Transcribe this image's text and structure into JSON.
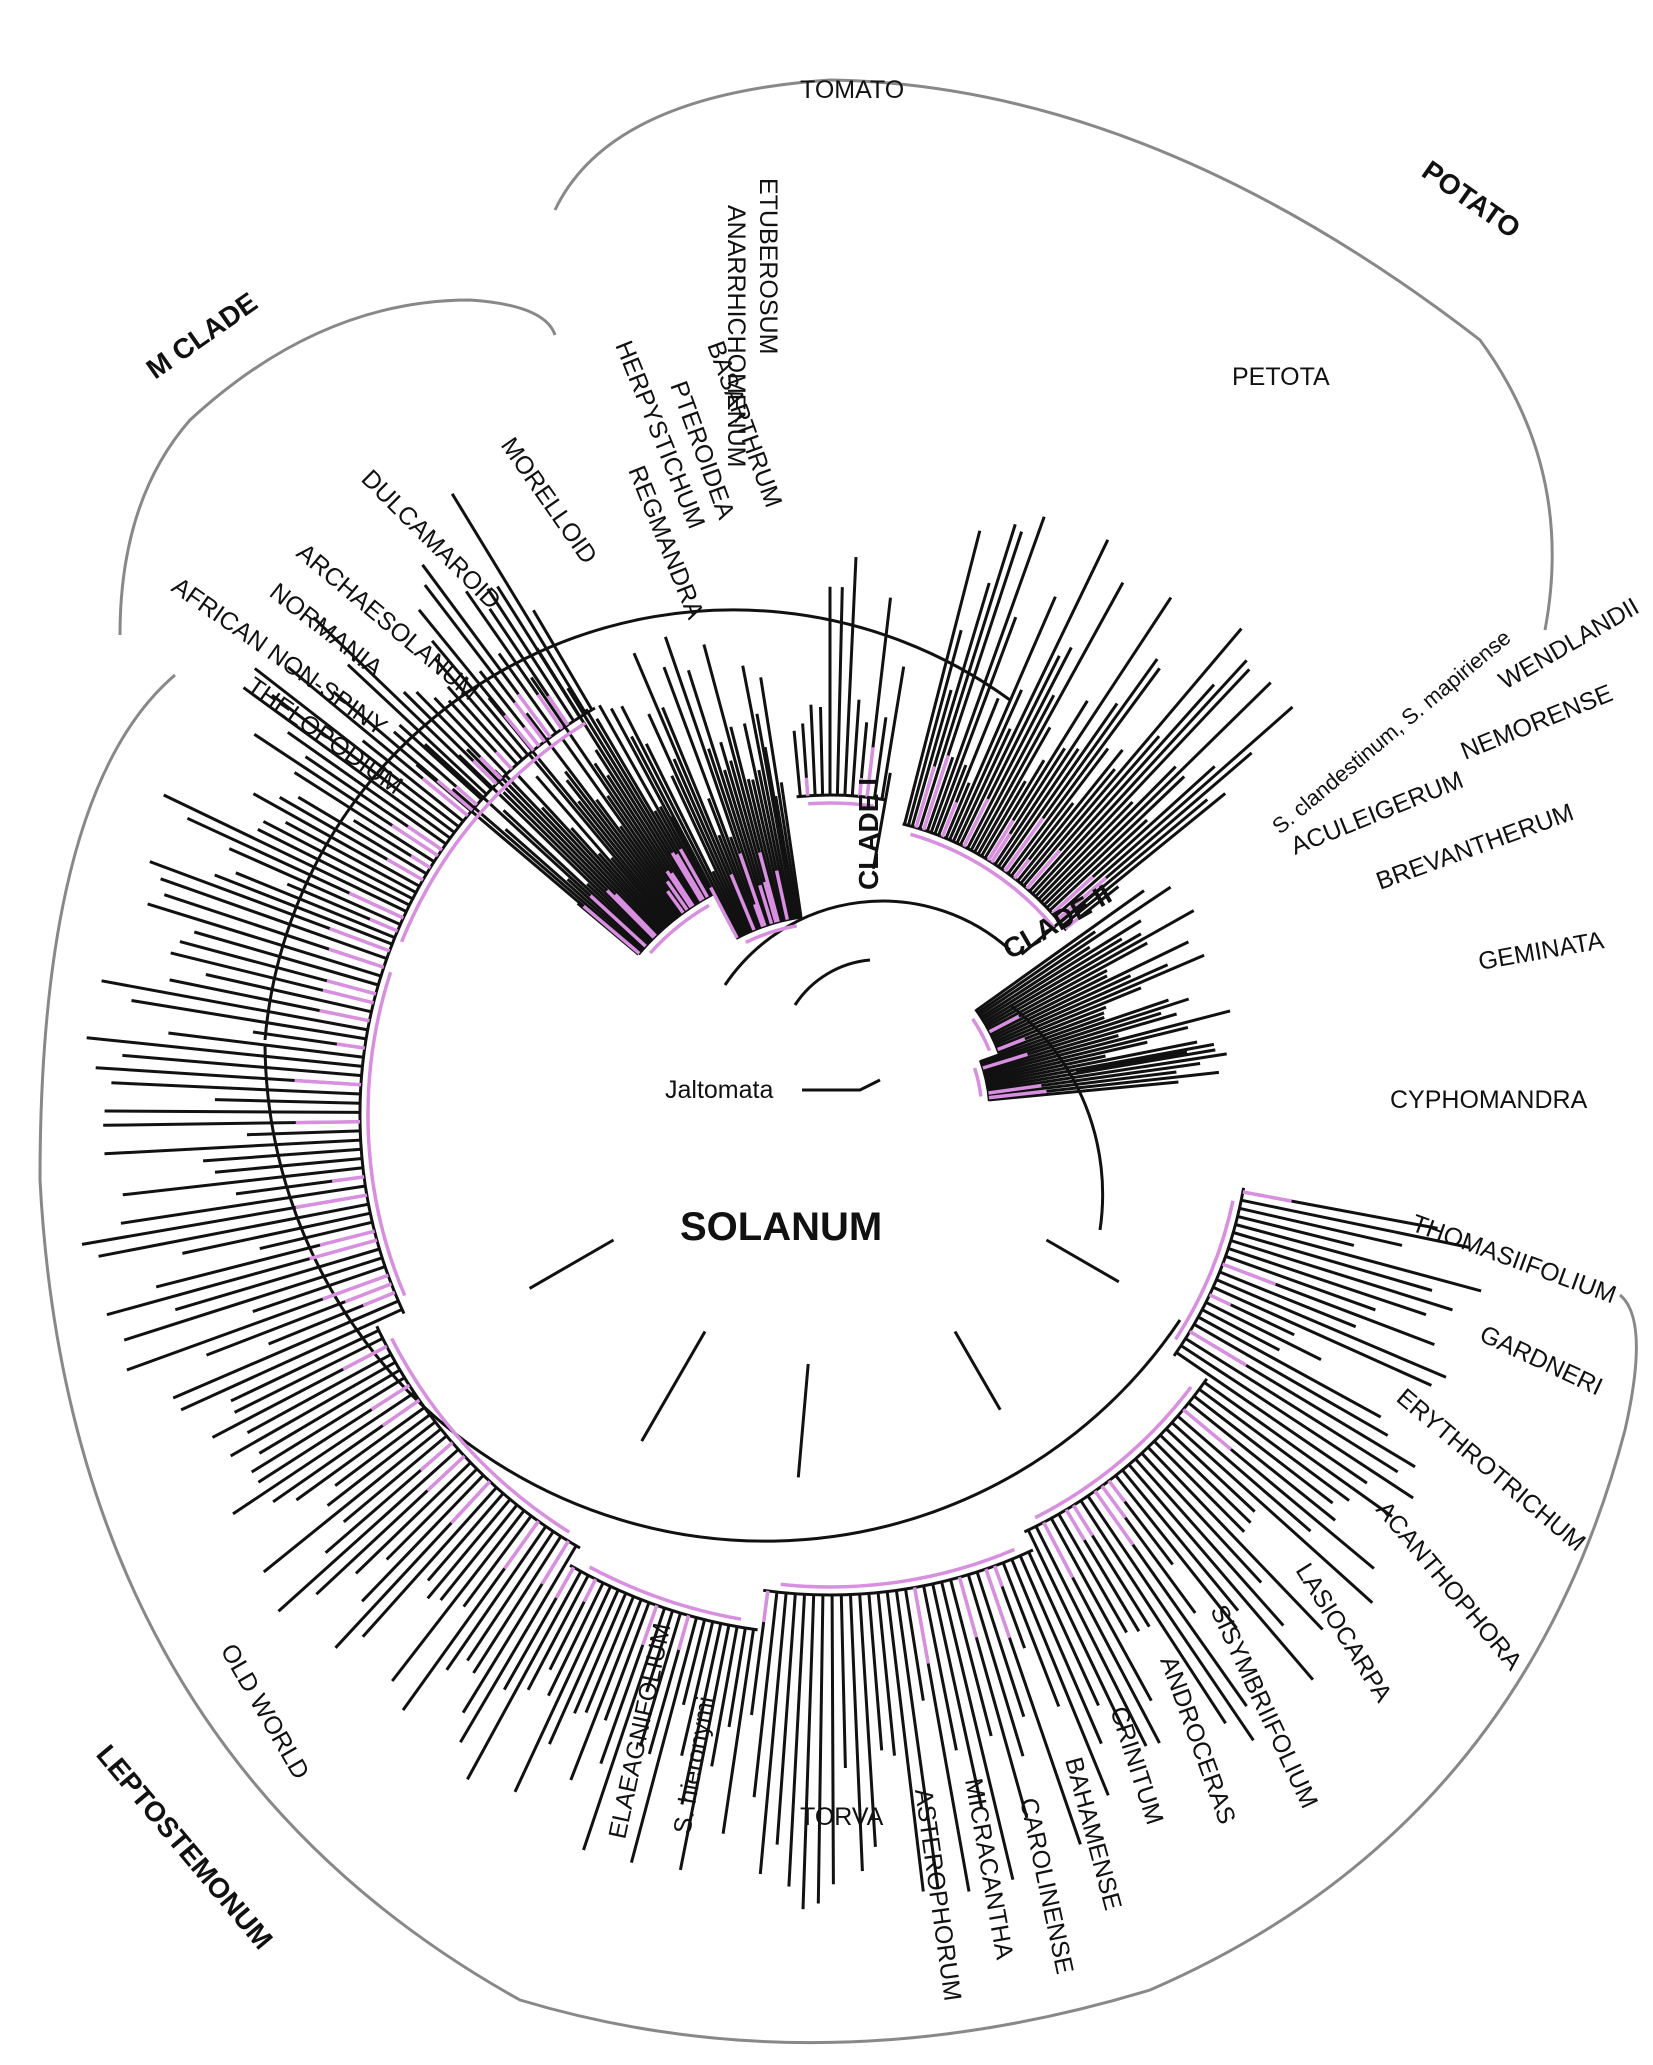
{
  "title": "SOLANUM",
  "root_label": "Jaltomata",
  "major_groups": [
    {
      "key": "potato",
      "label": "POTATO"
    },
    {
      "key": "mclade",
      "label": "M CLADE"
    },
    {
      "key": "lepto",
      "label": "LEPTOSTEMONUM"
    }
  ],
  "clades": [
    {
      "key": "clade1",
      "label": "CLADE I"
    },
    {
      "key": "clade2",
      "label": "CLADE II"
    }
  ],
  "section_labels": {
    "tomato": "TOMATO",
    "petota": "PETOTA",
    "etuberosum": "ETUBEROSUM",
    "anarrhichomenum": "ANARRHICHOMENUM",
    "basarthrum": "BASARTHRUM",
    "pteroidea": "PTEROIDEA",
    "herpystichum": "HERPYSTICHUM",
    "regmandra": "REGMANDRA",
    "morelloid": "MORELLOID",
    "dulcamaroid": "DULCAMAROID",
    "archaesolanum": "ARCHAESOLANUM",
    "normania": "NORMANIA",
    "african_non_spiny": "AFRICAN NON-SPINY",
    "thelopodium": "THELOPODIUM",
    "clandestinum": "S. clandestinum, S. mapiriense",
    "wendlandii": "WENDLANDII",
    "aculeigerum": "ACULEIGERUM",
    "nemorense": "NEMORENSE",
    "brevantherum": "BREVANTHERUM",
    "geminata": "GEMINATA",
    "cyphomandra": "CYPHOMANDRA",
    "thomasiifolium": "THOMASIIFOLIUM",
    "gardneri": "GARDNERI",
    "erythrotrichum": "ERYTHROTRICHUM",
    "acanthophora": "ACANTHOPHORA",
    "lasiocarpa": "LASIOCARPA",
    "sisymbriifolium": "SISYMBRIIFOLIUM",
    "androceras": "ANDROCERAS",
    "crinitum": "CRINITUM",
    "bahamense": "BAHAMENSE",
    "carolinense": "CAROLINENSE",
    "micracantha": "MICRACANTHA",
    "asterophorum": "ASTEROPHORUM",
    "torva": "TORVA",
    "hieronymi": "S. hieronymi",
    "elaeagnifolium": "ELAEAGNIFOLIUM",
    "old_world": "OLD WORLD"
  },
  "colors": {
    "branch": "#111111",
    "highlight": "#d88fe0",
    "bracket": "#888888"
  }
}
